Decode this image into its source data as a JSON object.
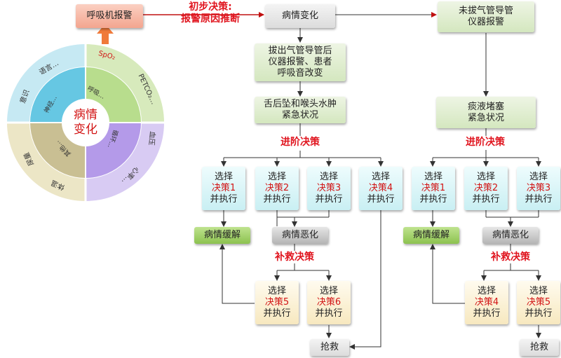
{
  "wheel": {
    "center": "病情\n变化",
    "outer": [
      "SpO₂",
      "PETCO₂…",
      "血压",
      "心率…",
      "体温",
      "尿量",
      "意识",
      "语言…"
    ],
    "inner": [
      "呼吸…",
      "循环…",
      "其他…",
      "神经…"
    ]
  },
  "top": {
    "alarm": "呼吸机报警",
    "preliminary": "初步决策:\n报警原因推断",
    "change": "病情变化",
    "no_extubation": "未拔气管导管\n仪器报警"
  },
  "left": {
    "extubation": "拔出气管导管后\n仪器报警、患者\n呼吸音改变",
    "emergency": "舌后坠和喉头水肿\n紧急状况",
    "advanced": "进阶决策",
    "choices": [
      {
        "l1": "选择",
        "l2": "决策1",
        "l3": "并执行"
      },
      {
        "l1": "选择",
        "l2": "决策2",
        "l3": "并执行"
      },
      {
        "l1": "选择",
        "l2": "决策3",
        "l3": "并执行"
      },
      {
        "l1": "选择",
        "l2": "决策4",
        "l3": "并执行"
      }
    ],
    "relief": "病情缓解",
    "worse": "病情恶化",
    "remedial": "补救决策",
    "remedial_choices": [
      {
        "l1": "选择",
        "l2": "决策5",
        "l3": "并执行"
      },
      {
        "l1": "选择",
        "l2": "决策6",
        "l3": "并执行"
      }
    ],
    "rescue": "抢救"
  },
  "right": {
    "emergency": "痰液堵塞\n紧急状况",
    "advanced": "进阶决策",
    "choices": [
      {
        "l1": "选择",
        "l2": "决策1",
        "l3": "并执行"
      },
      {
        "l1": "选择",
        "l2": "决策2",
        "l3": "并执行"
      },
      {
        "l1": "选择",
        "l2": "决策3",
        "l3": "并执行"
      }
    ],
    "relief": "病情缓解",
    "worse": "病情恶化",
    "remedial": "补救决策",
    "remedial_choices": [
      {
        "l1": "选择",
        "l2": "决策4",
        "l3": "并执行"
      },
      {
        "l1": "选择",
        "l2": "决策5",
        "l3": "并执行"
      }
    ],
    "rescue": "抢救"
  },
  "colors": {
    "alarm": "#f3a58f",
    "relief": "#8cc24f",
    "red_text": "#e0141e",
    "line": "#333333",
    "arrow_up": "#f07a3a"
  }
}
